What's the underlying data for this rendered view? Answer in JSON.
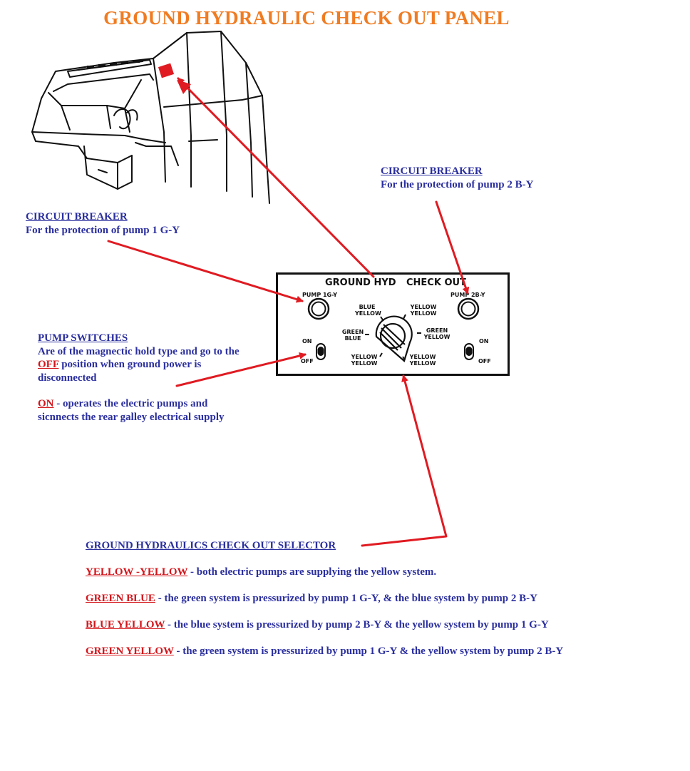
{
  "title": "GROUND HYDRAULIC CHECK OUT PANEL",
  "colors": {
    "title": "#f07c22",
    "text_blue": "#2b2f9e",
    "emphasis_red": "#d4151b",
    "arrow_red": "#e01b22"
  },
  "icons": [
    "cockpit-sketch-image",
    "red-arrow",
    "rotary-selector-knob",
    "toggle-switch",
    "circuit-breaker-button"
  ],
  "callouts": {
    "cb_pump1": {
      "heading": "CIRCUIT BREAKER",
      "text": "For the protection of pump 1 G-Y"
    },
    "cb_pump2": {
      "heading": "CIRCUIT BREAKER",
      "text": "For the protection of pump 2 B-Y"
    },
    "pump_switches": {
      "heading": "PUMP SWITCHES",
      "line1": "Are of the magnectic hold type and go to the",
      "off_word": "OFF",
      "line2_rest": " position when ground power is",
      "line3": "disconnected",
      "on_word": "ON",
      "on_rest": " - operates the electric pumps and",
      "line5": "sicnnects the rear galley electrical supply"
    }
  },
  "panel": {
    "title_left": "GROUND HYD",
    "title_right": "CHECK OUT",
    "cb_left": "PUMP 1G-Y",
    "cb_right": "PUMP 2B-Y",
    "on": "ON",
    "off": "OFF",
    "sel_blue_yellow": [
      "BLUE",
      "YELLOW"
    ],
    "sel_yellow_yellow_top": [
      "YELLOW",
      "YELLOW"
    ],
    "sel_green_blue": [
      "GREEN",
      "BLUE"
    ],
    "sel_green_yellow": [
      "GREEN",
      "YELLOW"
    ],
    "sel_yellow_yellow_bl": [
      "YELLOW",
      "YELLOW"
    ],
    "sel_yellow_yellow_br": [
      "YELLOW",
      "YELLOW"
    ]
  },
  "selector": {
    "heading": "GROUND  HYDRAULICS CHECK OUT SELECTOR",
    "items": [
      {
        "label": "YELLOW -YELLOW",
        "text": " - both electric pumps are supplying the yellow system."
      },
      {
        "label": "GREEN BLUE",
        "text": " - the green system is pressurized by pump 1 G-Y, & the blue system by pump 2 B-Y"
      },
      {
        "label": "BLUE YELLOW",
        "text": " - the blue system is pressurized by  pump 2 B-Y & the yellow system by pump 1 G-Y"
      },
      {
        "label": "GREEN YELLOW",
        "text": " - the green system is pressurized by pump 1 G-Y & the yellow system by pump 2 B-Y"
      }
    ]
  }
}
